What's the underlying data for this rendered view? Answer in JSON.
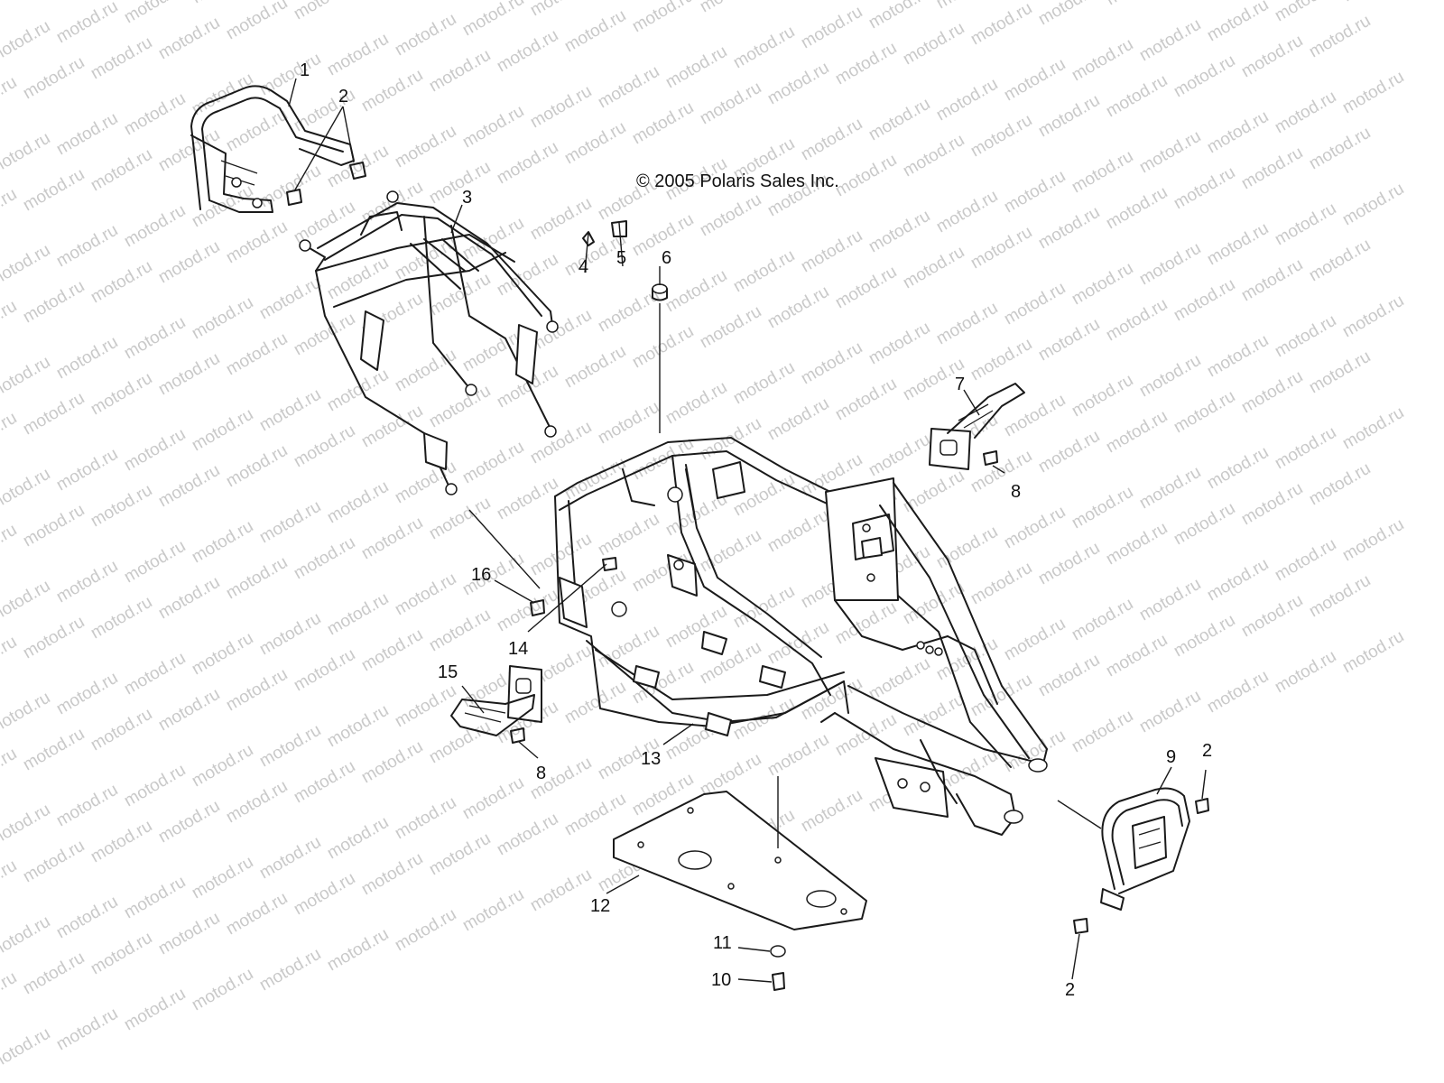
{
  "diagram": {
    "copyright": "© 2005 Polaris Sales Inc.",
    "watermark": "motod.ru",
    "callouts": {
      "c1": "1",
      "c2a": "2",
      "c2b": "2",
      "c2c": "2",
      "c3": "3",
      "c4": "4",
      "c5": "5",
      "c6": "6",
      "c7": "7",
      "c8a": "8",
      "c8b": "8",
      "c9": "9",
      "c10": "10",
      "c11": "11",
      "c12": "12",
      "c13": "13",
      "c14": "14",
      "c15": "15",
      "c16": "16"
    }
  }
}
